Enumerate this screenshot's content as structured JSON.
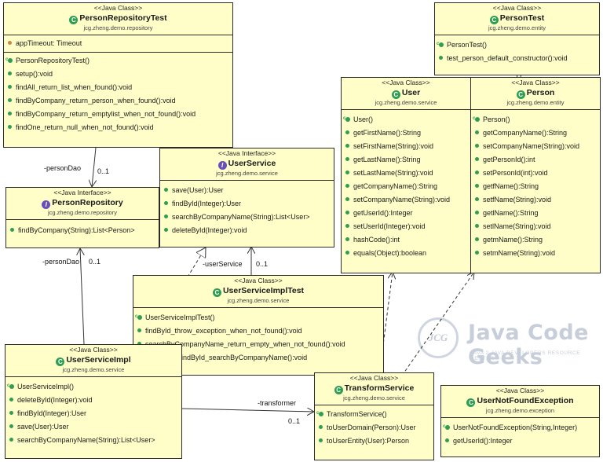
{
  "stereotypes": {
    "cls": "<<Java Class>>",
    "iface": "<<Java Interface>>"
  },
  "colors": {
    "box_fill": "#fffec8",
    "border": "#2a2a2a",
    "class_icon": "#2f9e52",
    "interface_icon": "#6a4fb8"
  },
  "classes": {
    "personRepositoryTest": {
      "name": "PersonRepositoryTest",
      "package": "jcg.zheng.demo.repository",
      "fields": [
        "appTimeout: Timeout"
      ],
      "methods": [
        "PersonRepositoryTest()",
        "setup():void",
        "findAll_return_list_when_found():void",
        "findByCompany_return_person_when_found():void",
        "findByCompany_return_emptylist_when_not_found():void",
        "findOne_return_null_when_not_found():void"
      ]
    },
    "personTest": {
      "name": "PersonTest",
      "package": "jcg.zheng.demo.entity",
      "methods": [
        "PersonTest()",
        "test_person_default_constructor():void"
      ]
    },
    "user": {
      "name": "User",
      "package": "jcg.zheng.demo.service",
      "methods": [
        "User()",
        "getFirstName():String",
        "setFirstName(String):void",
        "getLastName():String",
        "setLastName(String):void",
        "getCompanyName():String",
        "setCompanyName(String):void",
        "getUserId():Integer",
        "setUserId(Integer):void",
        "hashCode():int",
        "equals(Object):boolean"
      ]
    },
    "person": {
      "name": "Person",
      "package": "jcg.zheng.demo.entity",
      "methods": [
        "Person()",
        "getCompanyName():String",
        "setCompanyName(String):void",
        "getPersonId():int",
        "setPersonId(int):void",
        "getfName():String",
        "setfName(String):void",
        "getlName():String",
        "setlName(String):void",
        "getmName():String",
        "setmName(String):void"
      ]
    },
    "userService": {
      "name": "UserService",
      "package": "jcg.zheng.demo.service",
      "methods": [
        "save(User):User",
        "findById(Integer):User",
        "searchByCompanyName(String):List<User>",
        "deleteById(Integer):void"
      ]
    },
    "personRepository": {
      "name": "PersonRepository",
      "package": "jcg.zheng.demo.repository",
      "methods": [
        "findByCompany(String):List<Person>"
      ]
    },
    "userServiceImplTest": {
      "name": "UserServiceImplTest",
      "package": "jcg.zheng.demo.service",
      "methods": [
        "UserServiceImplTest()",
        "findById_throw_exception_when_not_found():void",
        "searchByCompanyName_return_empty_when_not_found():void",
        "test_save_findById_searchByCompanyName():void"
      ]
    },
    "userServiceImpl": {
      "name": "UserServiceImpl",
      "package": "jcg.zheng.demo.service",
      "methods": [
        "UserServiceImpl()",
        "deleteById(Integer):void",
        "findById(Integer):User",
        "save(User):User",
        "searchByCompanyName(String):List<User>"
      ]
    },
    "transformService": {
      "name": "TransformService",
      "package": "jcg.zheng.demo.service",
      "methods": [
        "TransformService()",
        "toUserDomain(Person):User",
        "toUserEntity(User):Person"
      ]
    },
    "userNotFoundException": {
      "name": "UserNotFoundException",
      "package": "jcg.zheng.demo.exception",
      "methods": [
        "UserNotFoundException(String,Integer)",
        "getUserId():Integer"
      ]
    }
  },
  "edge_labels": {
    "personDao1": "-personDao",
    "mult1": "0..1",
    "personDao2": "-personDao",
    "mult2": "0..1",
    "userService": "-userService",
    "mult3": "0..1",
    "transformer": "-transformer",
    "mult4": "0..1"
  },
  "logo": {
    "mark": "JCG",
    "text": "Java Code Geeks",
    "tagline": "JAVA 2 JAVA DEVELOPERS RESOURCE CENTER"
  }
}
